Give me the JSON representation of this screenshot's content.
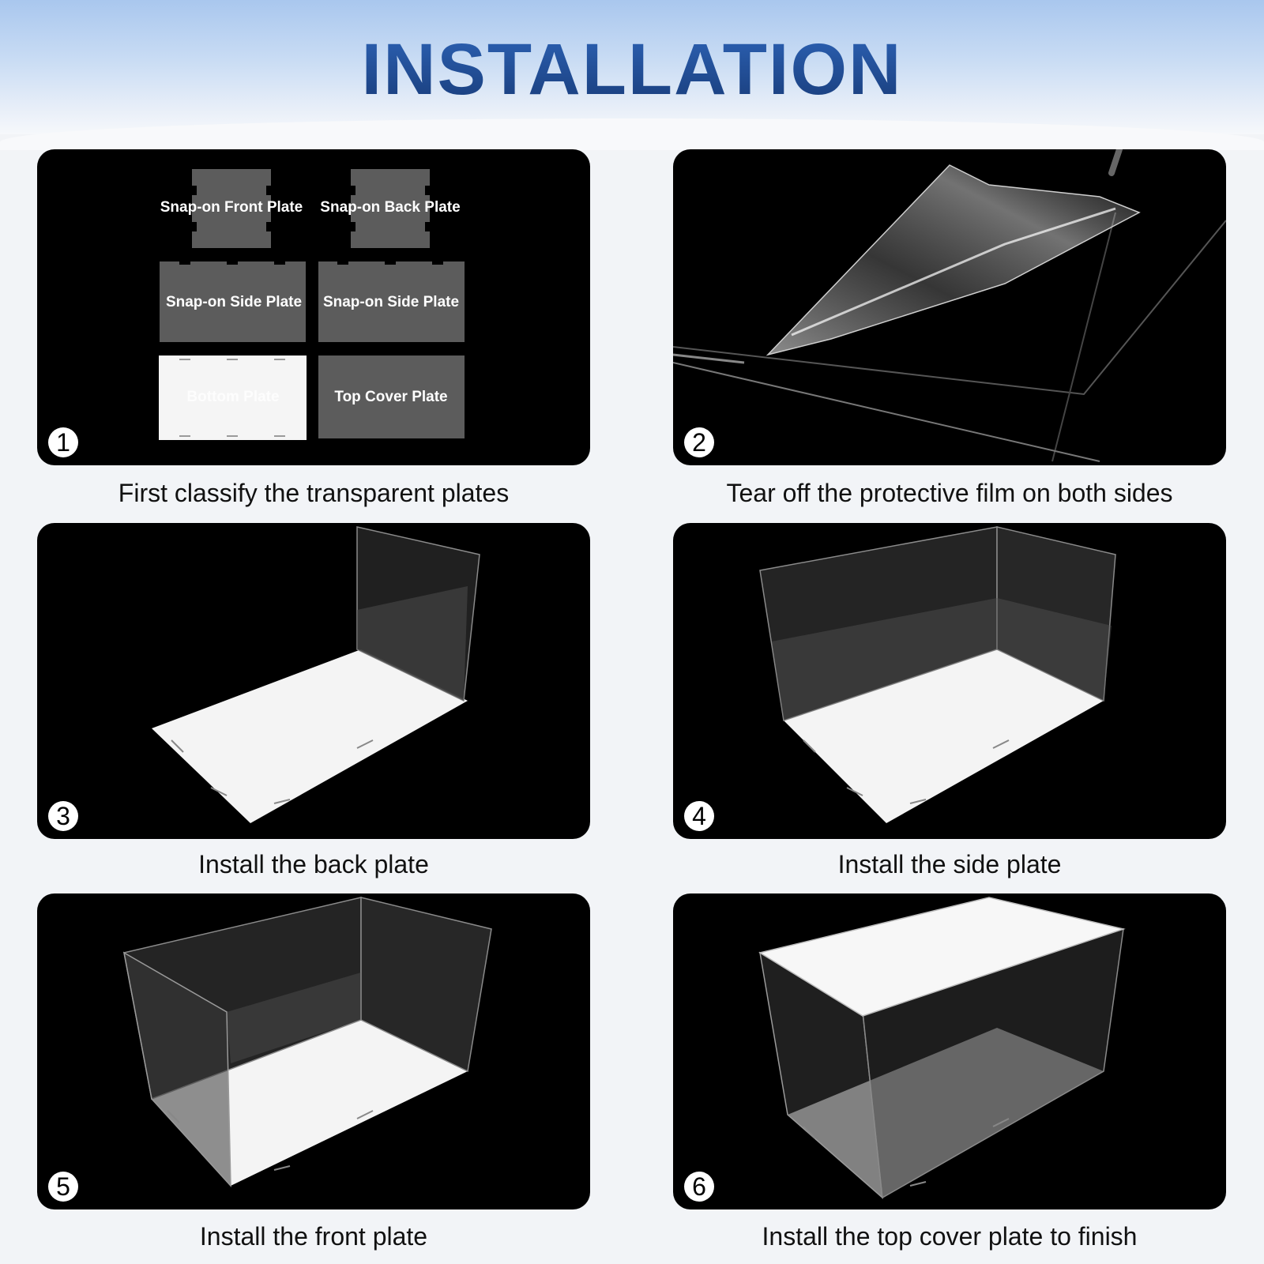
{
  "title": "INSTALLATION",
  "steps": [
    {
      "number": "1",
      "caption": "First classify the transparent plates"
    },
    {
      "number": "2",
      "caption": "Tear off the protective film on both sides"
    },
    {
      "number": "3",
      "caption": "Install the back plate"
    },
    {
      "number": "4",
      "caption": "Install the side plate"
    },
    {
      "number": "5",
      "caption": "Install the front plate"
    },
    {
      "number": "6",
      "caption": "Install the top cover plate to finish"
    }
  ],
  "plates": {
    "front": "Snap-on Front Plate",
    "back": "Snap-on Back Plate",
    "side_left": "Snap-on Side Plate",
    "side_right": "Snap-on Side Plate",
    "bottom": "Bottom Plate",
    "top": "Top Cover Plate"
  }
}
